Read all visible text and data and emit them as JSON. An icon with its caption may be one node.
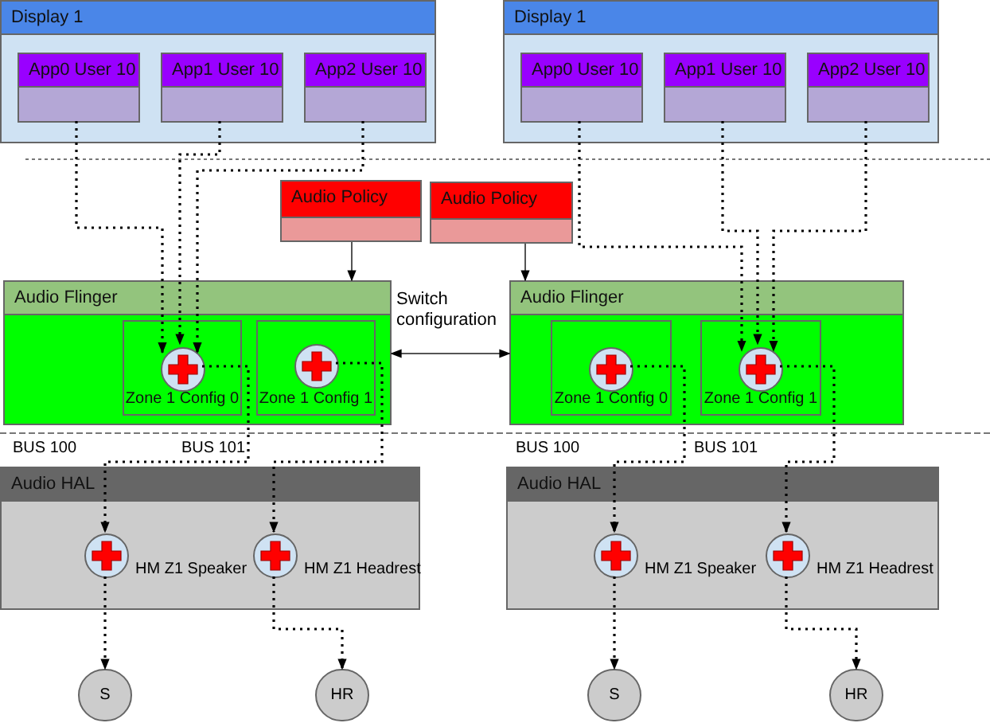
{
  "diagram": {
    "nodes": [
      {
        "text": [
          "Display 1"
        ]
      },
      {
        "text": [
          "App0 User 10"
        ],
        "in": 0
      },
      {
        "text": [
          "App1 User 10"
        ],
        "in": 0
      },
      {
        "text": [
          "App2 User 10"
        ],
        "in": 0
      },
      {
        "text": [
          "Display 1"
        ]
      },
      {
        "text": [
          "App0 User 10"
        ],
        "in": 4
      },
      {
        "text": [
          "App1 User 10"
        ],
        "in": 4
      },
      {
        "text": [
          "App2 User 10"
        ],
        "in": 4
      },
      {
        "text": [
          "Audio Policy"
        ]
      },
      {
        "text": [
          "Audio Policy"
        ]
      },
      {
        "text": [
          "Audio Flinger"
        ]
      },
      {
        "text": [
          "Zone 1 Config 0"
        ],
        "in": 10
      },
      {
        "text": [],
        "shape": "circle",
        "in": 11
      },
      {
        "text": [
          "Zone 1 Config 1"
        ],
        "in": 10
      },
      {
        "text": [],
        "shape": "circle",
        "in": 13
      },
      {
        "text": [
          "Audio Flinger"
        ]
      },
      {
        "text": [
          "Zone 1 Config 0"
        ],
        "in": 15
      },
      {
        "text": [],
        "shape": "circle",
        "in": 16
      },
      {
        "text": [
          "Zone 1 Config 1"
        ],
        "in": 15
      },
      {
        "text": [],
        "shape": "circle",
        "in": 18
      },
      {
        "text": [
          "Audio HAL"
        ]
      },
      {
        "text": [],
        "shape": "circle",
        "in": 20,
        "beside": [
          "HM Z1 Speaker"
        ]
      },
      {
        "text": [],
        "shape": "circle",
        "in": 20,
        "beside": [
          "HM Z1 Headrest"
        ]
      },
      {
        "text": [
          "Audio HAL"
        ]
      },
      {
        "text": [],
        "shape": "circle",
        "in": 23,
        "beside": [
          "HM Z1 Speaker"
        ]
      },
      {
        "text": [],
        "shape": "circle",
        "in": 23,
        "beside": [
          "HM Z1 Headrest"
        ]
      },
      {
        "text": [
          "S"
        ]
      },
      {
        "text": [
          "HR"
        ]
      },
      {
        "text": [
          "S"
        ]
      },
      {
        "text": [
          "HR"
        ]
      }
    ],
    "edges": [
      {
        "from": 1,
        "to": 12,
        "arrow": "to",
        "style": "dashed"
      },
      {
        "from": 2,
        "to": 12,
        "arrow": "to",
        "style": "dashed"
      },
      {
        "from": 3,
        "to": 12,
        "arrow": "to",
        "style": "dashed"
      },
      {
        "from": 5,
        "to": 19,
        "arrow": "to",
        "style": "dashed"
      },
      {
        "from": 6,
        "to": 19,
        "arrow": "to",
        "style": "dashed"
      },
      {
        "from": 7,
        "to": 19,
        "arrow": "to",
        "style": "dashed"
      },
      {
        "from": 8,
        "to": 10,
        "arrow": "to"
      },
      {
        "from": 9,
        "to": 15,
        "arrow": "to"
      },
      {
        "from": 10,
        "to": 15,
        "arrow": "both",
        "label": "Switch configuration"
      },
      {
        "from": 12,
        "to": 21,
        "arrow": "to",
        "style": "dashed"
      },
      {
        "from": 14,
        "to": 22,
        "arrow": "to",
        "style": "dashed"
      },
      {
        "from": 17,
        "to": 24,
        "arrow": "to",
        "style": "dashed"
      },
      {
        "from": 19,
        "to": 25,
        "arrow": "to",
        "style": "dashed"
      },
      {
        "from": 21,
        "to": 26,
        "arrow": "to",
        "style": "dashed"
      },
      {
        "from": 22,
        "to": 27,
        "arrow": "to",
        "style": "dashed"
      },
      {
        "from": 24,
        "to": 28,
        "arrow": "to",
        "style": "dashed"
      },
      {
        "from": 25,
        "to": 29,
        "arrow": "to",
        "style": "dashed"
      }
    ],
    "labels": [
      "BUS 100",
      "BUS 101",
      "BUS 100",
      "BUS 101"
    ]
  }
}
